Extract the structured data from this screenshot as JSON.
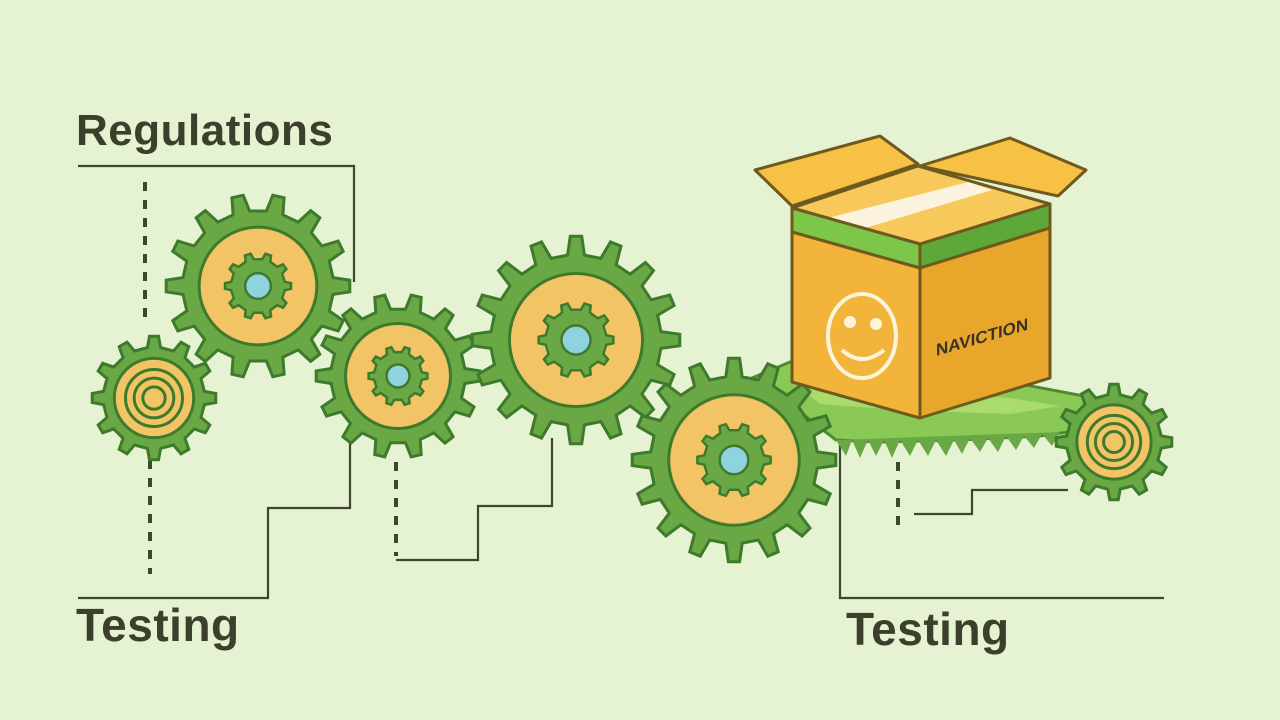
{
  "labels": {
    "top_left": "Regulations",
    "bottom_left": "Testing",
    "bottom_right": "Testing"
  },
  "box": {
    "side_text": "NAVICTION",
    "icon": "smiley-badge-icon"
  },
  "icons": [
    "gear-icon",
    "open-box-icon"
  ],
  "colors": {
    "background": "#e6f3d2",
    "gear_green": "#6aa845",
    "gear_outline": "#3e7a2c",
    "gear_center": "#f2c465",
    "hub_blue": "#8fd3e0",
    "box_yellow": "#f4b93a",
    "box_band": "#7cc74a",
    "line": "#3f4630"
  }
}
